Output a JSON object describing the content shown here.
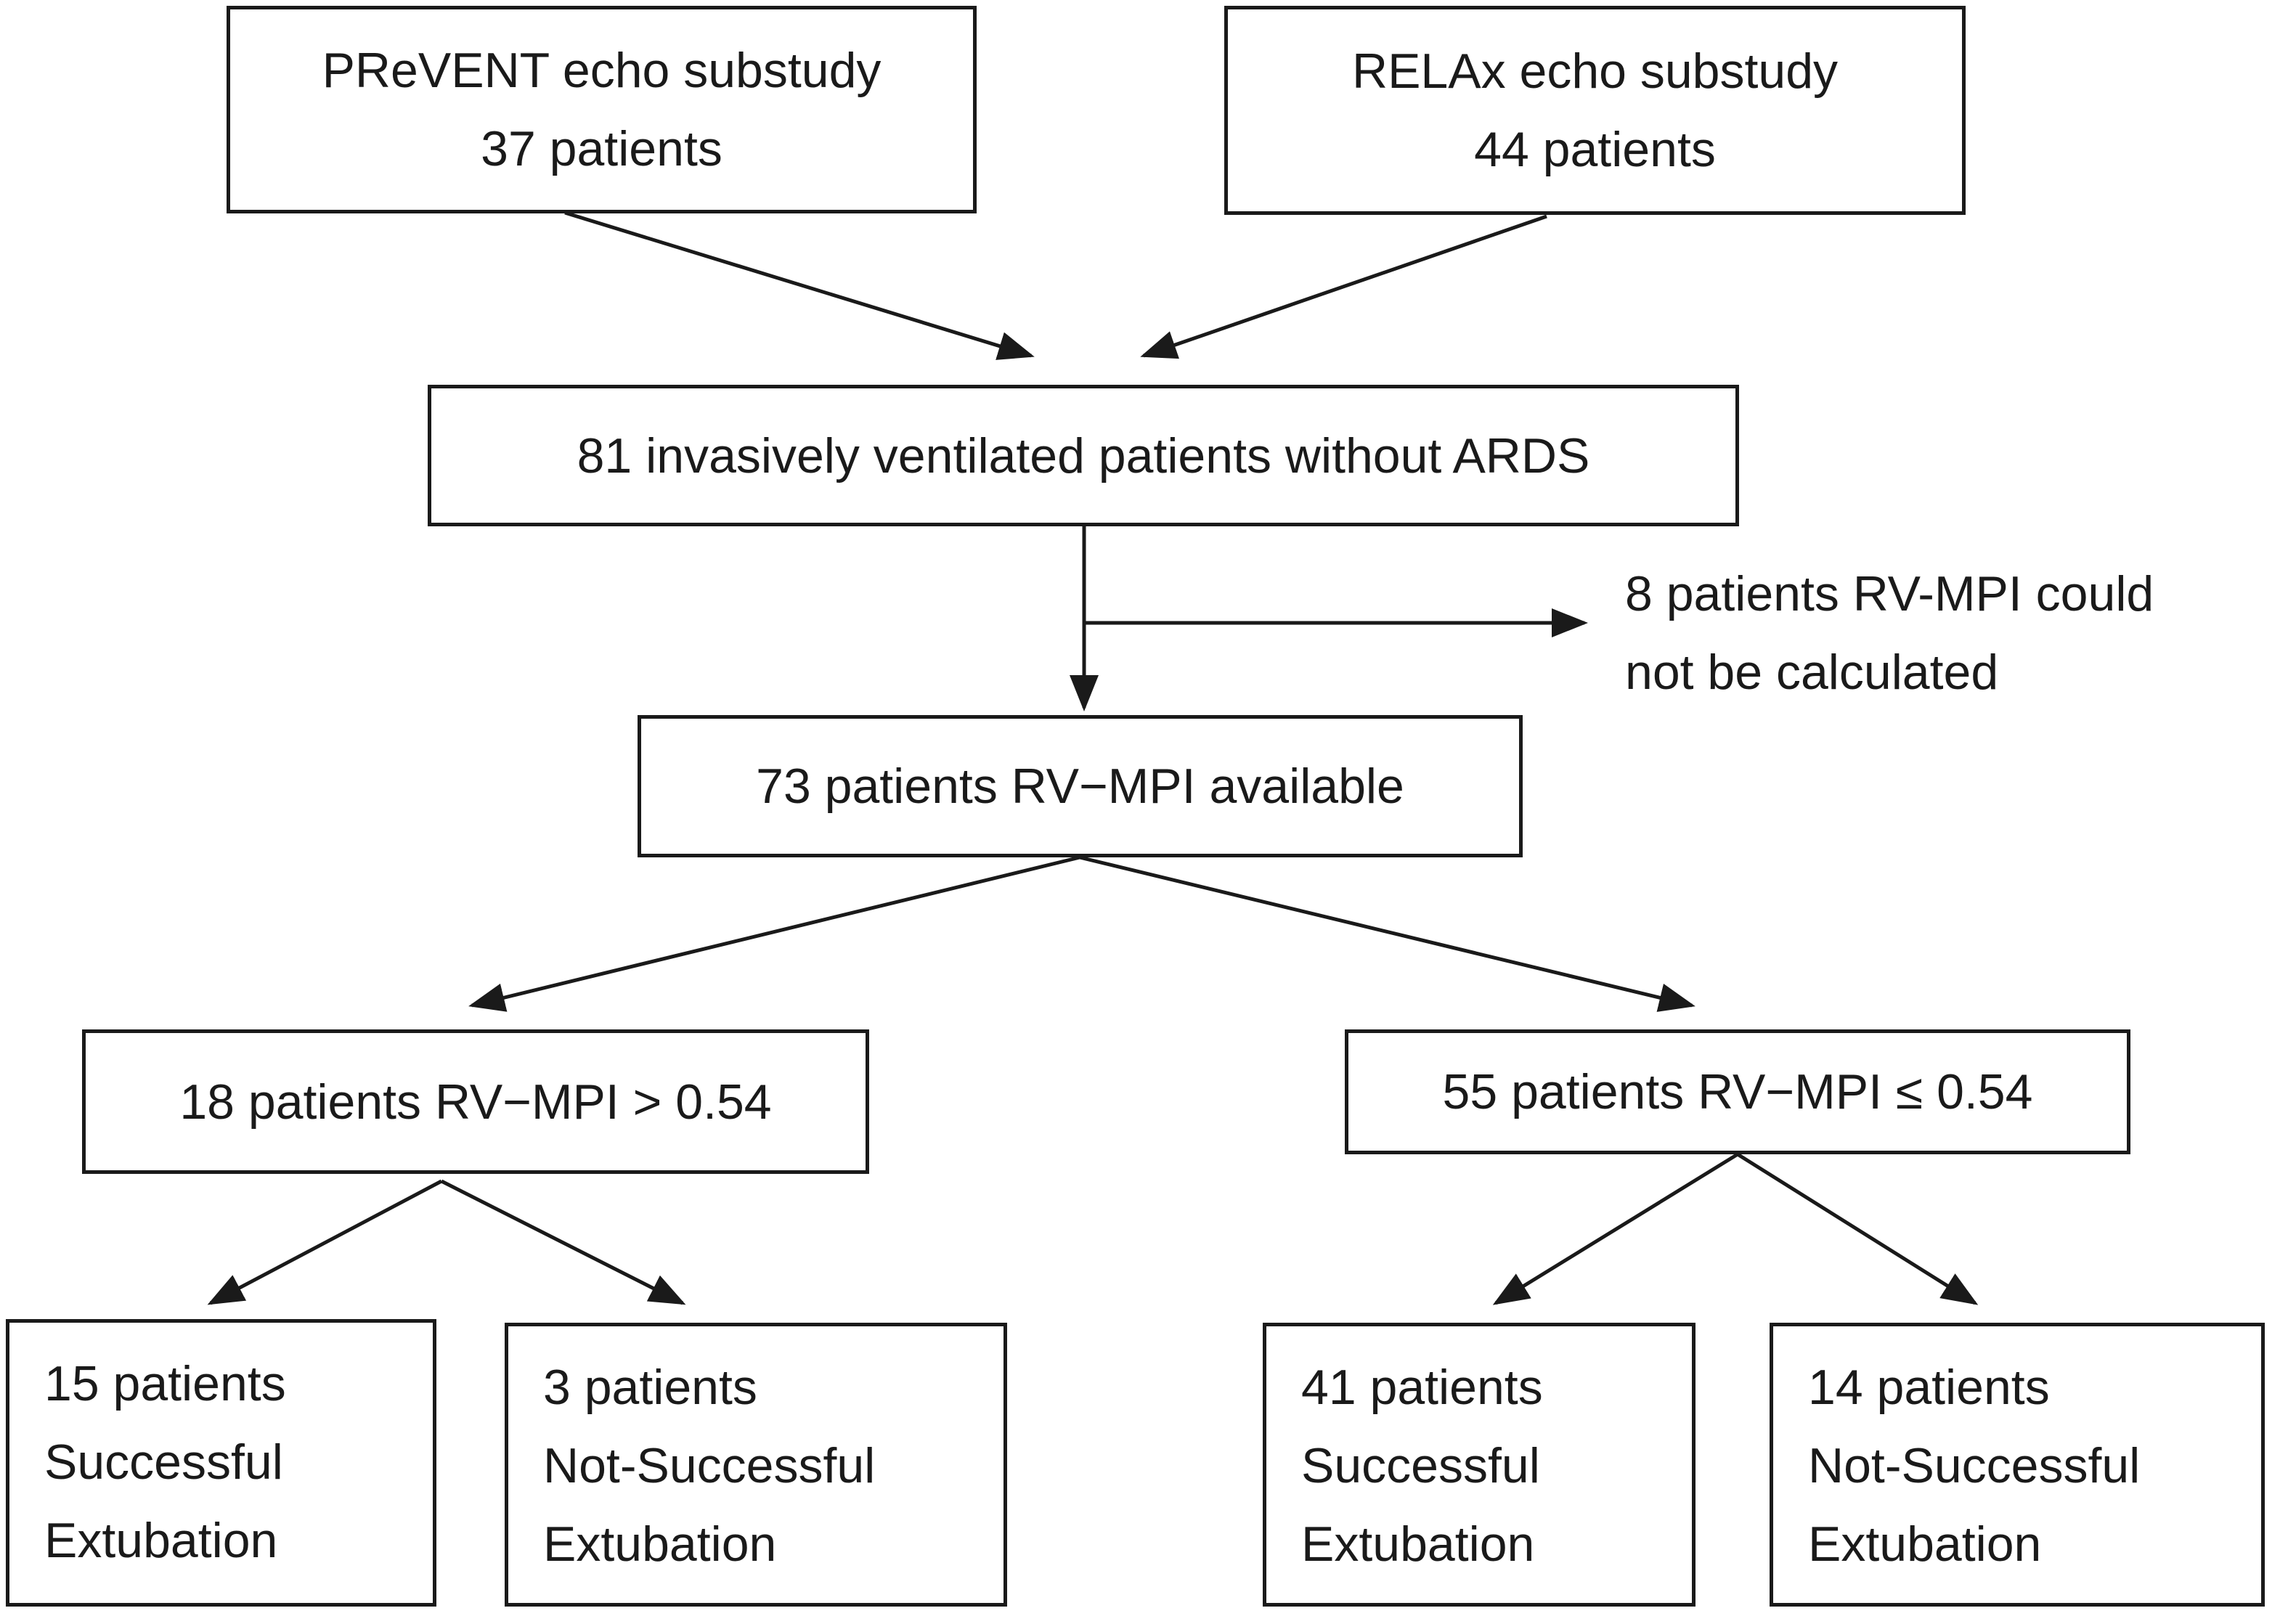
{
  "flowchart": {
    "prevent_box": {
      "line1": "PReVENT echo substudy",
      "line2": "37 patients"
    },
    "relax_box": {
      "line1": "RELAx echo substudy",
      "line2": "44 patients"
    },
    "combined_box": {
      "text": "81 invasively ventilated patients without ARDS"
    },
    "exclusion_note": {
      "line1": "8 patients RV-MPI could",
      "line2": "not be calculated"
    },
    "available_box": {
      "text": "73 patients  RV−MPI available"
    },
    "high_mpi_box": {
      "text": "18 patients RV−MPI > 0.54"
    },
    "low_mpi_box": {
      "text": "55 patients RV−MPI ≤ 0.54"
    },
    "high_success_box": {
      "line1": "15 patients",
      "line2": "Successful",
      "line3": "Extubation"
    },
    "high_fail_box": {
      "line1": "3 patients",
      "line2": "Not-Successful",
      "line3": "Extubation"
    },
    "low_success_box": {
      "line1": "41 patients",
      "line2": "Successful",
      "line3": "Extubation"
    },
    "low_fail_box": {
      "line1": "14 patients",
      "line2": "Not-Successful",
      "line3": "Extubation"
    }
  },
  "colors": {
    "line": "#1a1a1a",
    "background": "#ffffff"
  }
}
